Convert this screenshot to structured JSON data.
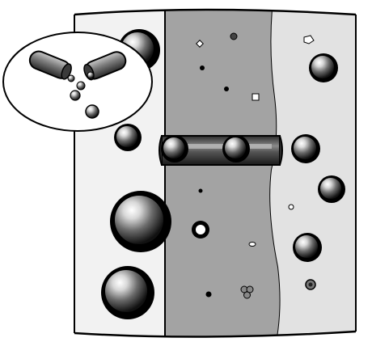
{
  "figure": {
    "kind": "illustration",
    "description_text": "",
    "layers": [
      {
        "id": "left-layer",
        "fill": "#f2f2f2"
      },
      {
        "id": "middle-layer",
        "fill": "#a3a3a3"
      },
      {
        "id": "right-layer",
        "fill": "#e2e2e2"
      }
    ],
    "colors": {
      "ink": "#000000",
      "sphere_dark": "#111111",
      "sphere_mid": "#6b6b6b",
      "sphere_light": "#d8d8d8",
      "channel": "#555555",
      "capsule": "#7a7a7a",
      "inset_bg": "#ffffff"
    },
    "icons": [
      "capsule-icon",
      "sphere-icon",
      "channel-icon",
      "small-particle-icon"
    ]
  }
}
